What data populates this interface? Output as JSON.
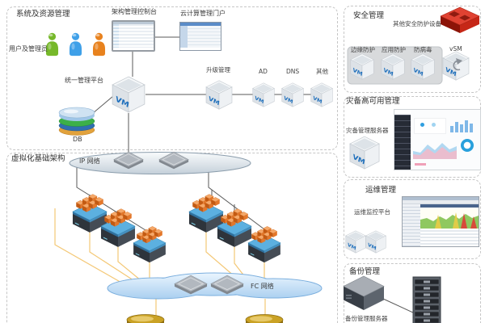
{
  "panels": {
    "system": "系统及资源管理",
    "virtualization": "虚拟化基础架构",
    "security": "安全管理",
    "disaster": "灾备高可用管理",
    "operations": "运维管理",
    "backup": "备份管理"
  },
  "system": {
    "users_label": "用户及管理员",
    "console_label": "架构管理控制台",
    "portal_label": "云计算管理门户",
    "platform_label": "统一管理平台",
    "db_label": "DB",
    "service_labels": [
      "升级管理",
      "AD",
      "DNS",
      "其他"
    ]
  },
  "virtualization": {
    "ip_network": "IP 网络",
    "fc_network": "FC 网络"
  },
  "security": {
    "other_device": "其他安全防护设备",
    "vm_labels": [
      "边缘防护",
      "应用防护",
      "防病毒"
    ],
    "vsm": "vSM"
  },
  "disaster": {
    "server_label": "灾备管理服务器"
  },
  "operations": {
    "platform_label": "运维监控平台"
  },
  "backup": {
    "server_label": "备份管理服务器"
  },
  "vm_logo": "VM",
  "colors": {
    "vm_blue": "#1e6fbc",
    "host_top_blue": "#5cb0e0",
    "host_vm_orange": "#e4772a",
    "fc_cloud_blue": "#bcdcf6",
    "fc_line_yellow": "#f4c876",
    "ip_line_dark": "#5a5a5a",
    "security_red": "#d93a2b",
    "person_green": "#76b82a",
    "person_blue": "#3fa0e8",
    "person_orange": "#e8821e"
  }
}
